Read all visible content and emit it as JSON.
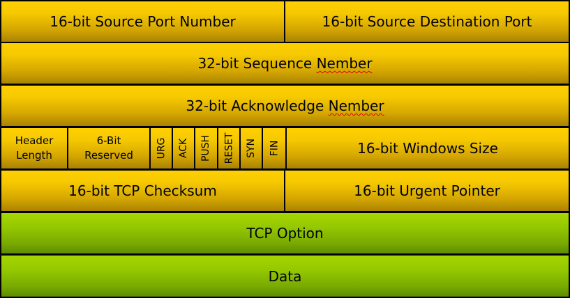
{
  "rows": {
    "row1": {
      "left": "16-bit Source Port Number",
      "right": "16-bit Source Destination Port"
    },
    "row2": {
      "prefix": "32-bit Sequence ",
      "word": "Nember"
    },
    "row3": {
      "prefix": "32-bit Acknowledge ",
      "word": "Nember"
    },
    "row4": {
      "header_length": "Header Length",
      "reserved": "6-Bit Reserved",
      "flags": [
        "URG",
        "ACK",
        "PUSH",
        "RESET",
        "SYN",
        "FIN"
      ],
      "window": "16-bit Windows Size"
    },
    "row5": {
      "left": "16-bit TCP Checksum",
      "right": "16-bit Urgent Pointer"
    },
    "row6": {
      "label": "TCP Option"
    },
    "row7": {
      "label": "Data"
    }
  },
  "colors": {
    "header_fields": "#f5c800",
    "option_data_fields": "#94c800",
    "border": "#000000",
    "spellcheck_underline": "#e00000"
  }
}
